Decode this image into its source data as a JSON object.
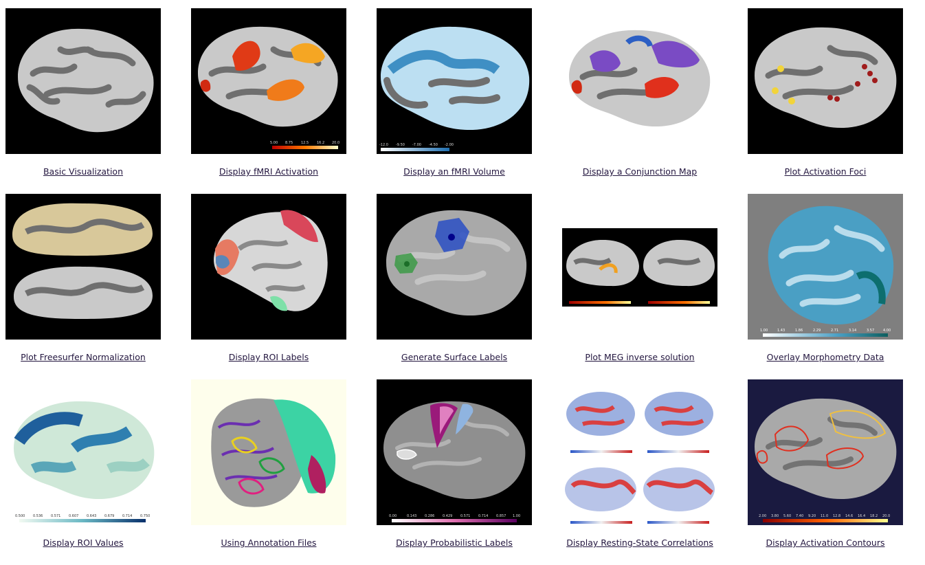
{
  "gallery": {
    "items": [
      {
        "caption": "Basic Visualization",
        "thumb_bg": "#000000",
        "colorbar_ticks": []
      },
      {
        "caption": "Display fMRI Activation",
        "thumb_bg": "#000000",
        "colorbar_ticks": [
          "5.00",
          "8.75",
          "12.5",
          "16.2",
          "20.0"
        ]
      },
      {
        "caption": "Display an fMRI Volume",
        "thumb_bg": "#000000",
        "colorbar_ticks": [
          "-12.0",
          "-9.50",
          "-7.00",
          "-4.50",
          "-2.00"
        ]
      },
      {
        "caption": "Display a Conjunction Map",
        "thumb_bg": "#ffffff",
        "colorbar_ticks": []
      },
      {
        "caption": "Plot Activation Foci",
        "thumb_bg": "#000000",
        "colorbar_ticks": []
      },
      {
        "caption": "Plot Freesurfer Normalization",
        "thumb_bg": "#000000",
        "colorbar_ticks": []
      },
      {
        "caption": "Display ROI Labels",
        "thumb_bg": "#000000",
        "colorbar_ticks": []
      },
      {
        "caption": "Generate Surface Labels",
        "thumb_bg": "#000000",
        "colorbar_ticks": []
      },
      {
        "caption": "Plot MEG inverse solution",
        "thumb_bg": "#ffffff",
        "colorbar_ticks": []
      },
      {
        "caption": "Overlay Morphometry Data",
        "thumb_bg": "#7f7f7f",
        "colorbar_ticks": [
          "1.00",
          "1.43",
          "1.86",
          "2.29",
          "2.71",
          "3.14",
          "3.57",
          "4.00"
        ]
      },
      {
        "caption": "Display ROI Values",
        "thumb_bg": "#ffffff",
        "colorbar_ticks": [
          "0.500",
          "0.536",
          "0.571",
          "0.607",
          "0.643",
          "0.679",
          "0.714",
          "0.750"
        ]
      },
      {
        "caption": "Using Annotation Files",
        "thumb_bg": "#fefeec",
        "colorbar_ticks": []
      },
      {
        "caption": "Display Probabilistic Labels",
        "thumb_bg": "#000000",
        "colorbar_ticks": [
          "0.00",
          "0.143",
          "0.286",
          "0.429",
          "0.571",
          "0.714",
          "0.857",
          "1.00"
        ]
      },
      {
        "caption": "Display Resting-State Correlations",
        "thumb_bg": "#ffffff",
        "colorbar_ticks": []
      },
      {
        "caption": "Display Activation Contours",
        "thumb_bg": "#1a1a40",
        "colorbar_ticks": [
          "2.00",
          "3.80",
          "5.60",
          "7.40",
          "9.20",
          "11.0",
          "12.8",
          "14.6",
          "16.4",
          "18.2",
          "20.0"
        ]
      }
    ]
  },
  "colors": {
    "caption_text": "#23163f",
    "brain_light": "#bdbdbd",
    "brain_dark": "#6f6f6f"
  }
}
